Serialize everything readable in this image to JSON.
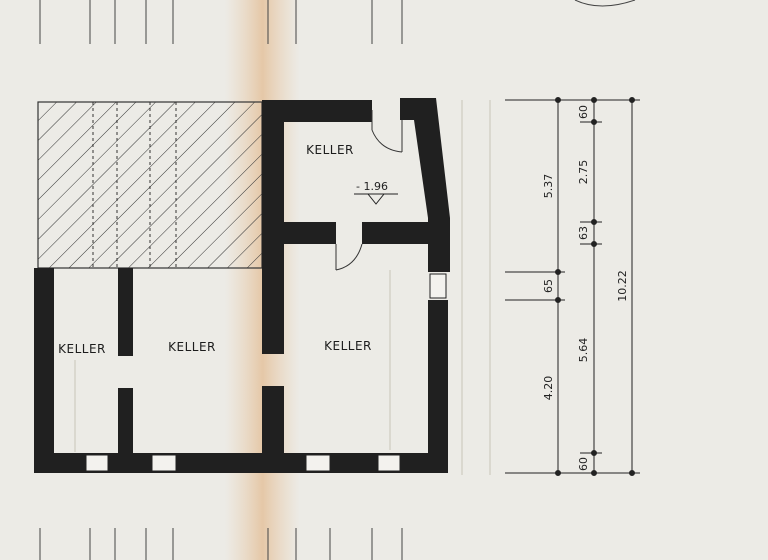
{
  "rooms": {
    "keller_top": "KELLER",
    "keller_left": "KELLER",
    "keller_middle": "KELLER",
    "keller_right": "KELLER"
  },
  "level_marker": "- 1.96",
  "dimensions": {
    "chain_inner": [
      "60",
      "2.75",
      "63",
      "5.64",
      "60"
    ],
    "chain_outer_top": "5.37",
    "chain_outer_mid": "65",
    "chain_outer_bottom": "4.20",
    "total": "10.22"
  }
}
